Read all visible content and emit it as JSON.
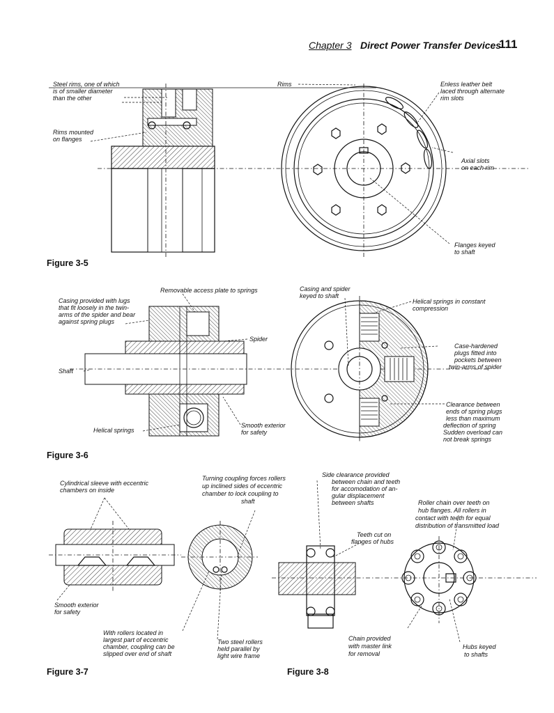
{
  "header": {
    "chapter": "Chapter 3",
    "title": "Direct Power Transfer Devices",
    "page_number": "111"
  },
  "figure_3_5": {
    "caption": "Figure 3-5",
    "labels": {
      "steel_rims_1": "Steel rims, one of which",
      "steel_rims_2": "is of smaller diameter",
      "steel_rims_3": "than the other",
      "rims_mounted_1": "Rims mounted",
      "rims_mounted_2": "on flanges",
      "rims": "Rims",
      "belt_1": "Enless leather  belt",
      "belt_2": "laced through alternate",
      "belt_3": "rim slots",
      "axial_1": "Axial slots",
      "axial_2": "on each rim",
      "flanges_1": "Flanges keyed",
      "flanges_2": "to shaft"
    }
  },
  "figure_3_6": {
    "caption": "Figure 3-6",
    "labels": {
      "access_plate": "Removable access plate to springs",
      "casing_lugs_1": "Casing provided with lugs",
      "casing_lugs_2": "that fit loosely in the twin-",
      "casing_lugs_3": "arms of the spider and bear",
      "casing_lugs_4": "against spring plugs",
      "spider": "Spider",
      "shaft": "Shaft",
      "helical_springs": "Helical springs",
      "smooth_1": "Smooth exterior",
      "smooth_2": "for safety",
      "casing_keyed_1": "Casing and spider",
      "casing_keyed_2": "keyed to shaft",
      "helical_comp_1": "Helical springs in constant",
      "helical_comp_2": "compression",
      "plugs_1": "Case-hardened",
      "plugs_2": "plugs fitted into",
      "plugs_3": "pockets between",
      "plugs_4": "twin-arms of spider",
      "clear_1": "Clearance between",
      "clear_2": "ends of spring plugs",
      "clear_3": "less than maximum",
      "clear_4": "deflection of spring",
      "clear_5": "Sudden overload can",
      "clear_6": "not break springs"
    }
  },
  "figure_3_7": {
    "caption": "Figure 3-7",
    "labels": {
      "sleeve_1": "Cylindrical sleeve with eccentric",
      "sleeve_2": "chambers on inside",
      "turning_1": "Turning coupling forces rollers",
      "turning_2": "up inclined sides of eccentric",
      "turning_3": "chamber to lock coupling to",
      "turning_4": "shaft",
      "smooth_1": "Smooth exterior",
      "smooth_2": "for safety",
      "rollers_1": "With rollers located in",
      "rollers_2": "largest part of eccentric",
      "rollers_3": "chamber, coupling can be",
      "rollers_4": "slipped over end of shaft",
      "two_rollers_1": "Two steel rollers",
      "two_rollers_2": "held parallel by",
      "two_rollers_3": "light wire frame"
    }
  },
  "figure_3_8": {
    "caption": "Figure 3-8",
    "labels": {
      "side_1": "Side clearance provided",
      "side_2": "between chain and teeth",
      "side_3": "for accomodation of an-",
      "side_4": "gular displacement",
      "side_5": "between shafts",
      "roller_chain_1": "Roller chain over teeth  on",
      "roller_chain_2": "hub flanges. All rollers  in",
      "roller_chain_3": "contact with teeth for equal",
      "roller_chain_4": "distribution of transmitted load",
      "teeth_1": "Teeth cut on",
      "teeth_2": "flanges of hubs",
      "chain_1": "Chain provided",
      "chain_2": "with master link",
      "chain_3": "for removal",
      "hubs_1": "Hubs  keyed",
      "hubs_2": "to  shafts"
    }
  }
}
